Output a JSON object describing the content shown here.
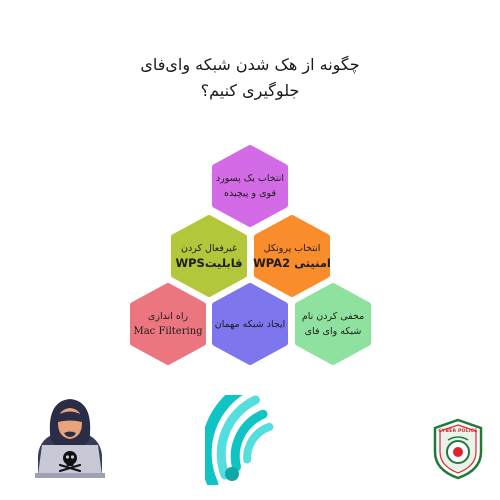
{
  "title": {
    "line1": "چگونه از هک شدن شبکه وای‌فای",
    "line2": "جلوگیری کنیم؟"
  },
  "tips": [
    {
      "line1": "انتخاب یک پسورد",
      "line2": "قوی و پیچیده",
      "color": "#d36be6"
    },
    {
      "line1": "انتخاب پروتکل",
      "line2": "امنیتی WPA2",
      "color": "#f98d2b"
    },
    {
      "line1": "غیرفعال کردن",
      "line2": "قابلیتWPS",
      "color": "#b4c63a"
    },
    {
      "line1": "مخفی کردن نام",
      "line2": "شبکه وای فای",
      "color": "#8fe1a0"
    },
    {
      "line1": "ایجاد شبکه مهمان",
      "line2": "",
      "color": "#7d76ec"
    },
    {
      "line1": "راه اندازی",
      "line2": "Mac Filtering",
      "color": "#ec7680"
    }
  ],
  "icons": {
    "hacker": "hacker-laptop-icon",
    "wifi": "wifi-icon",
    "police": "cyber-police-logo"
  },
  "logo_text": "CYBER POLICE"
}
